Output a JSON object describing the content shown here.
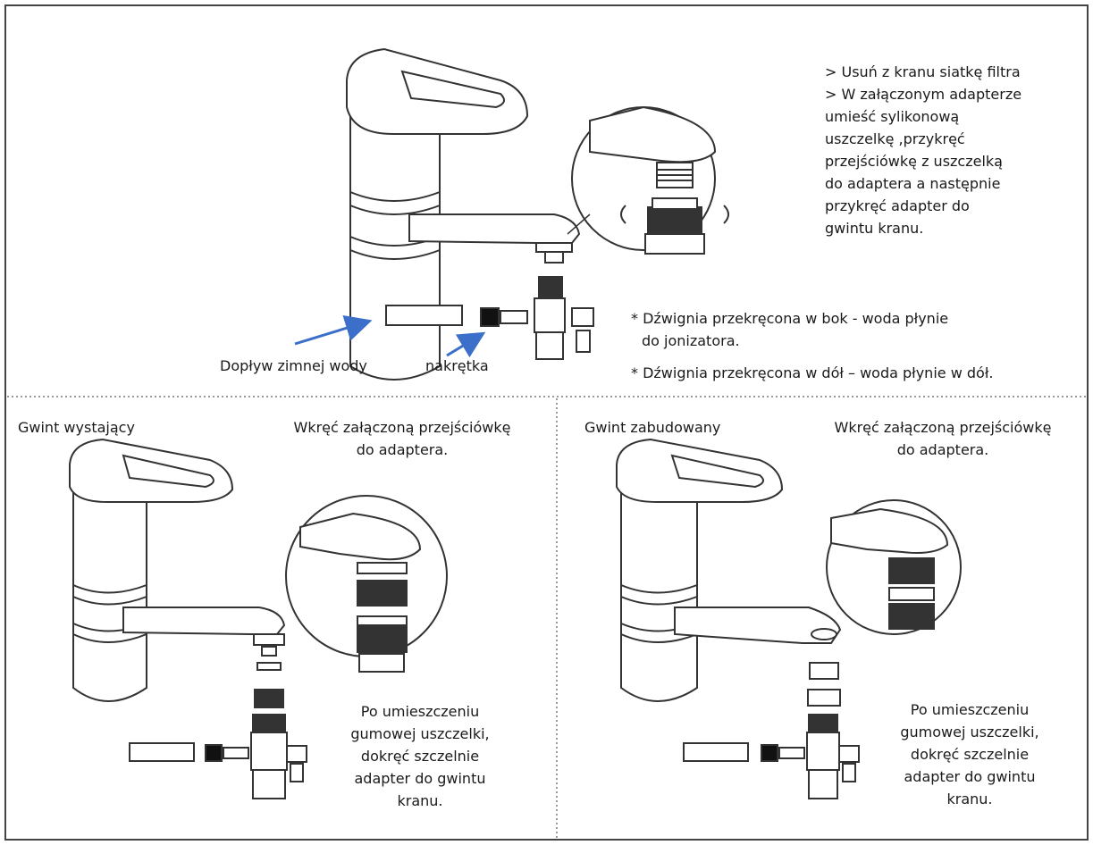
{
  "top": {
    "instructions": [
      "> Usuń z kranu siatkę filtra",
      "> W załączonym adapterze",
      "umieść sylikonową",
      "uszczelkę ,przykręć",
      "przejściówkę z uszczelką",
      "do adaptera a następnie",
      "przykręć adapter do",
      "gwintu kranu."
    ],
    "lever_side": [
      "* Dźwignia przekręcona w bok - woda płynie",
      "do jonizatora."
    ],
    "lever_down": "* Dźwignia przekręcona w dół – woda płynie w dół.",
    "label_inflow": "Dopływ zimnej wody",
    "label_nut": "nakrętka"
  },
  "left_panel": {
    "title": "Gwint wystający",
    "instruction": [
      "Wkręć załączoną przejściówkę",
      "do adaptera."
    ],
    "after": [
      "Po umieszczeniu",
      "gumowej uszczelki,",
      "dokręć szczelnie",
      "adapter do gwintu",
      "kranu."
    ]
  },
  "right_panel": {
    "title": "Gwint zabudowany",
    "instruction": [
      "Wkręć załączoną przejściówkę",
      "do adaptera."
    ],
    "after": [
      "Po umieszczeniu",
      "gumowej uszczelki,",
      "dokręć szczelnie",
      "adapter do gwintu",
      "kranu."
    ]
  },
  "colors": {
    "arrow": "#3b6fc9",
    "line": "#333333",
    "border": "#444444",
    "divider": "#9a9a9a"
  }
}
